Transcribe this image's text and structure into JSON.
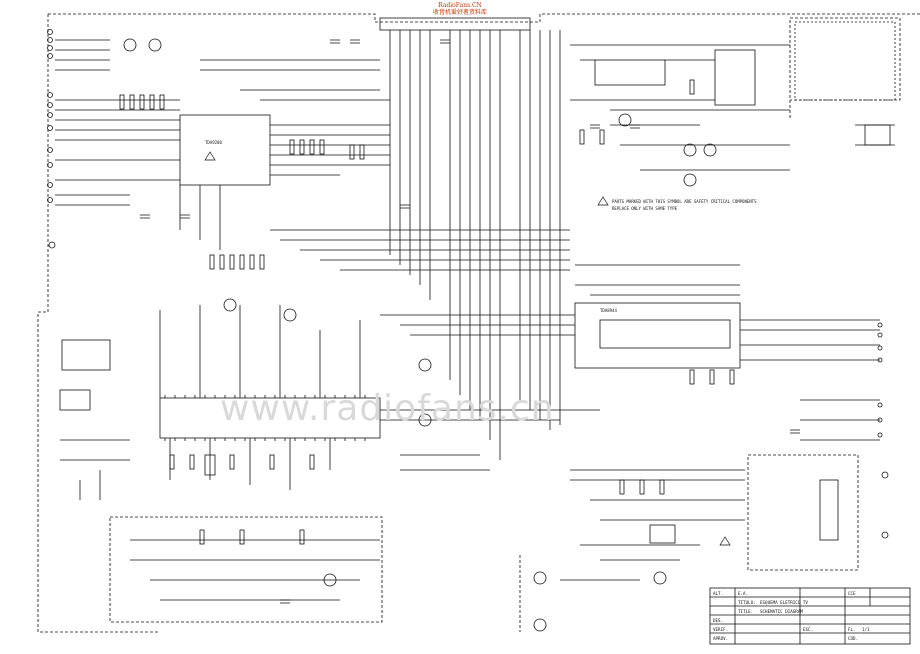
{
  "header": {
    "brand_name": "RadioFans.CN",
    "brand_sub": "收音机爱好者资料库"
  },
  "watermark": "www.radiofans.cn",
  "ic_labels": {
    "main_ic": "TDA9280",
    "av_ic": "TDA8944"
  },
  "notes": {
    "warning_line1": "PARTS MARKED WITH THIS SYMBOL ARE SAFETY CRITICAL COMPONENTS",
    "warning_line2": "REPLACE ONLY WITH SAME TYPE"
  },
  "title_block": {
    "alt_label": "ALT.",
    "ea_label": "E.A.",
    "company": "CCE",
    "title_label": "TITULO:",
    "title_text": "ESQUEMA ELETRICO TV",
    "model_label": "TITLE:",
    "model_text": "SCHEMATIC DIAGRAM",
    "rows": [
      {
        "label": "DES.",
        "name": "",
        "date": ""
      },
      {
        "label": "VERIF.",
        "name": "",
        "date": ""
      },
      {
        "label": "APROV.",
        "name": "",
        "date": ""
      }
    ],
    "scale_label": "ESC.",
    "sheet_label": "FL.",
    "sheet_value": "1/1",
    "code_label": "COD.",
    "code_value": ""
  }
}
